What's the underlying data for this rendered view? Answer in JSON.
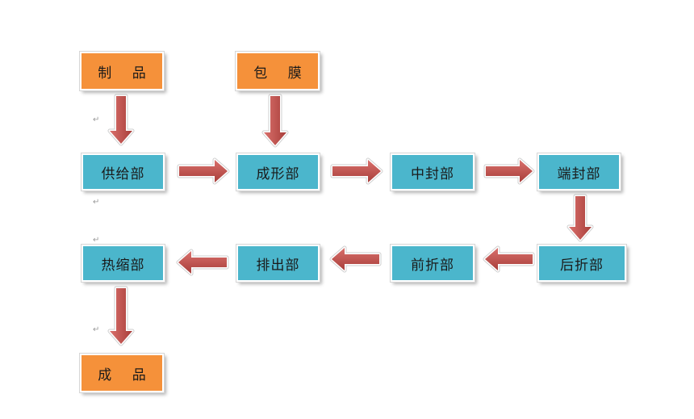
{
  "nodes": {
    "raw": {
      "label": "制 品"
    },
    "film": {
      "label": "包 膜"
    },
    "feed": {
      "label": "供给部"
    },
    "form": {
      "label": "成形部"
    },
    "center": {
      "label": "中封部"
    },
    "end": {
      "label": "端封部"
    },
    "rear": {
      "label": "后折部"
    },
    "front": {
      "label": "前折部"
    },
    "out": {
      "label": "排出部"
    },
    "shrink": {
      "label": "热缩部"
    },
    "product": {
      "label": "成 品"
    }
  },
  "colors": {
    "input_box": "#f5913a",
    "process_box": "#4bb6cc",
    "arrow": "#c0504d"
  }
}
